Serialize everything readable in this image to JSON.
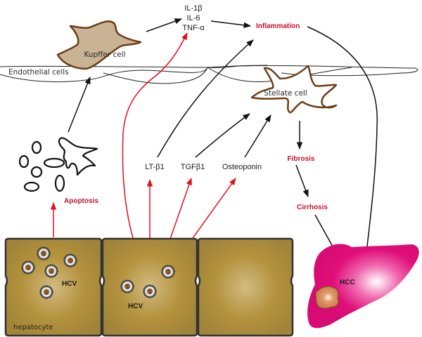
{
  "title": "HCV-induced liver pathogenesis",
  "colors": {
    "red_label": "#c8102e",
    "red_arrow": "#e0101e",
    "black_arrow": "#111111",
    "kupffer_fill": "#c8b394",
    "cell_outline": "#6b3d14",
    "hepatocyte_fill": "#b08f3a",
    "liver_fill": "#e00f7a",
    "tumor_fill": "#d98a5a"
  },
  "labels": {
    "cytokines": [
      "IL-1β",
      "IL-6",
      "TNF-α"
    ],
    "inflammation": "Inflammation",
    "kupffer_cell": "Kupffer cell",
    "endothelial_cells": "Endothelial cells",
    "stellate_cell": "Stellate cell",
    "apoptosis": "Apoptosis",
    "lt_b1": "LT-β1",
    "tgf_b1": "TGFβ1",
    "osteoponin": "Osteoponin",
    "fibrosis": "Fibrosis",
    "cirrhosis": "Cirrhosis",
    "hcv_1": "HCV",
    "hcv_2": "HCV",
    "hepatocyte": "hepatocyte",
    "hcc": "HCC"
  },
  "icons": {
    "virus": "hcv-virion-icon",
    "apoptotic_bodies": "apoptotic-cell-fragments-icon",
    "liver": "liver-icon",
    "tumor": "tumor-icon"
  }
}
